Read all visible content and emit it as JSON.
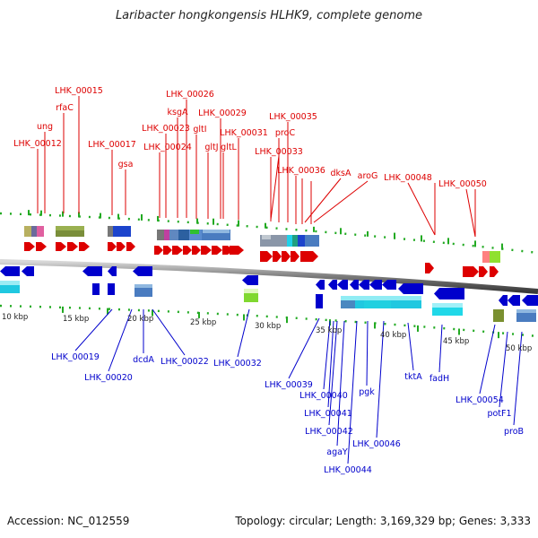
{
  "title": "Laribacter hongkongensis HLHK9, complete genome",
  "footer": {
    "accession": "Accession: NC_012559",
    "summary": "Topology: circular; Length: 3,169,329 bp; Genes: 3,333"
  },
  "colors": {
    "forward": "#dd0000",
    "reverse": "#0000cc",
    "backbone": "#888888",
    "ticks": "#22aa22"
  },
  "scale_labels": [
    "10 kbp",
    "15 kbp",
    "20 kbp",
    "25 kbp",
    "30 kbp",
    "35 kbp",
    "40 kbp",
    "45 kbp",
    "50 kbp"
  ],
  "forward_labels": [
    "LHK_00015",
    "rfaC",
    "ung",
    "LHK_00012",
    "LHK_00017",
    "gsa",
    "LHK_00026",
    "ksgA",
    "LHK_00023",
    "gltI",
    "LHK_00024",
    "gltJ",
    "gltL",
    "LHK_00029",
    "LHK_00031",
    "LHK_00035",
    "proC",
    "LHK_00033",
    "LHK_00036",
    "dksA",
    "aroG",
    "LHK_00048",
    "LHK_00050"
  ],
  "reverse_labels": [
    "LHK_00019",
    "LHK_00020",
    "dcdA",
    "LHK_00022",
    "LHK_00032",
    "LHK_00039",
    "LHK_00040",
    "LHK_00041",
    "LHK_00042",
    "agaY",
    "LHK_00044",
    "pgk",
    "LHK_00046",
    "tktA",
    "fadH",
    "LHK_00054",
    "potF1",
    "proB"
  ]
}
